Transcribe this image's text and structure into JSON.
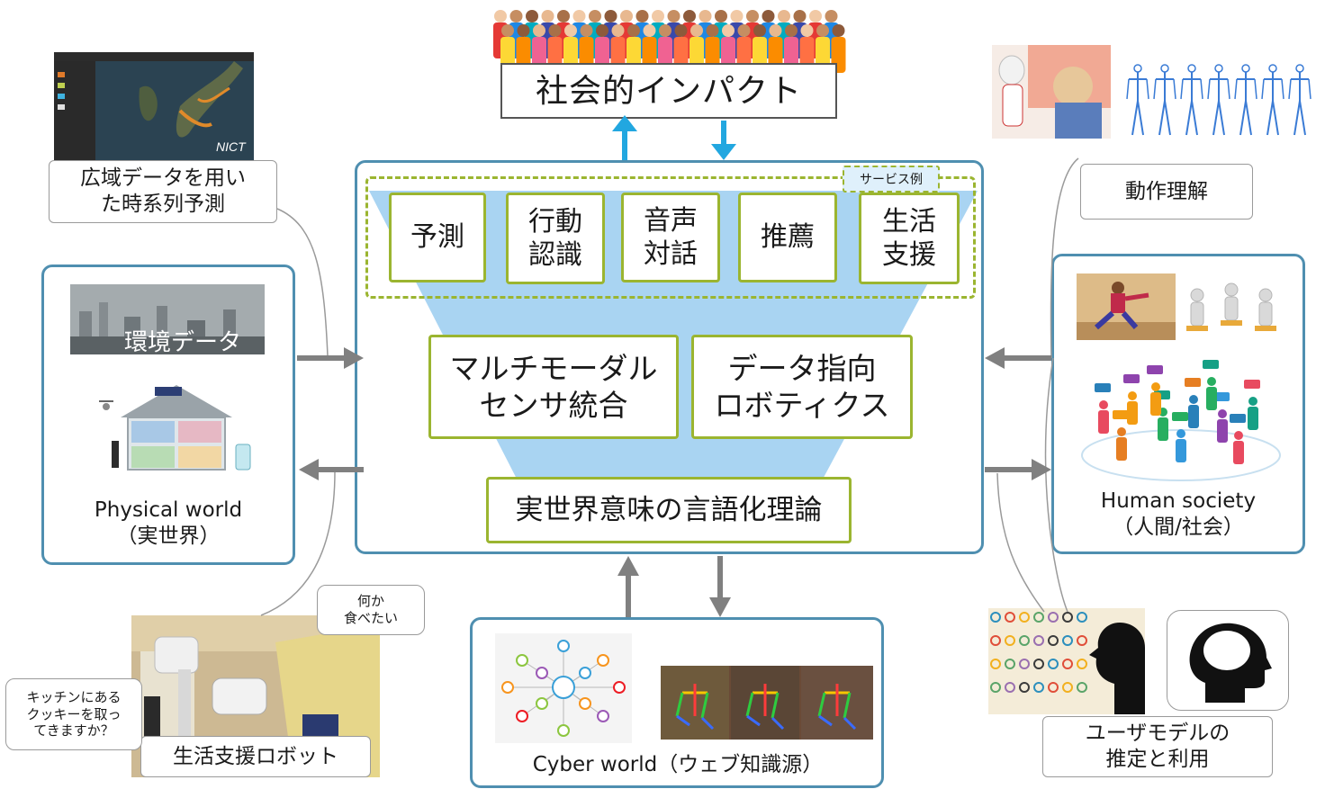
{
  "top": {
    "impact": "社会的インパクト"
  },
  "center": {
    "service_tag": "サービス例",
    "services": [
      "予測",
      "行動\n認識",
      "音声\n対話",
      "推薦",
      "生活\n支援"
    ],
    "core": [
      "マルチモーダル\nセンサ統合",
      "データ指向\nロボティクス"
    ],
    "theory": "実世界意味の言語化理論"
  },
  "left": {
    "forecast_label": "広域データを用い\nた時系列予測",
    "env_data": "環境データ",
    "physical_world": "Physical world\n（実世界）",
    "robot_label": "生活支援ロボット",
    "bubble_want": "何か\n食べたい",
    "bubble_request": "キッチンにある\nクッキーを取っ\nてきますか？"
  },
  "right": {
    "motion_label": "動作理解",
    "human_society": "Human society\n（人間/社会）",
    "user_model": "ユーザモデルの\n推定と利用"
  },
  "bottom": {
    "cyber_world": "Cyber world（ウェブ知識源）"
  },
  "colors": {
    "green": "#9bb530",
    "blue_border": "#4f8fb0",
    "funnel": "#a9d4f2",
    "arrow_blue": "#22a7e0",
    "arrow_gray": "#808080"
  }
}
